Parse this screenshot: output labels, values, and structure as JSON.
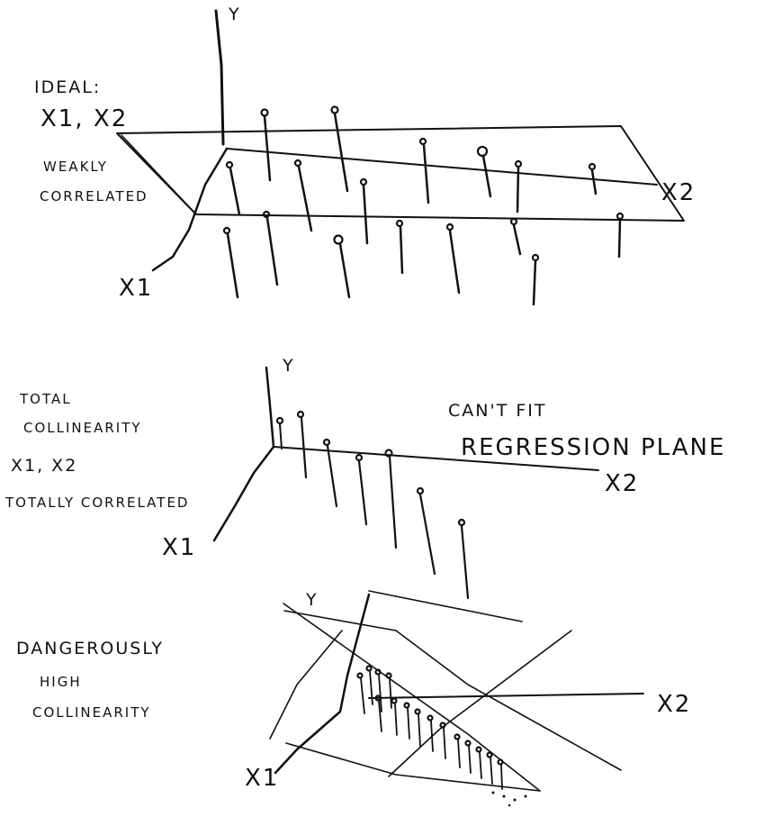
{
  "panels": [
    {
      "id": "ideal",
      "caption": [
        "IDEAL:",
        "X1, X2",
        "WEAKLY",
        "CORRELATED"
      ],
      "axes": {
        "y": "Y",
        "x1": "X1",
        "x2": "X2"
      }
    },
    {
      "id": "total",
      "caption": [
        "TOTAL",
        "COLLINEARITY",
        "X1, X2",
        "TOTALLY CORRELATED"
      ],
      "axes": {
        "y": "Y",
        "x1": "X1",
        "x2": "X2"
      },
      "note": [
        "CAN'T FIT",
        "REGRESSION PLANE"
      ]
    },
    {
      "id": "high",
      "caption": [
        "DANGEROUSLY",
        "HIGH",
        "COLLINEARITY"
      ],
      "axes": {
        "y": "Y",
        "x1": "X1",
        "x2": "X2"
      }
    }
  ]
}
